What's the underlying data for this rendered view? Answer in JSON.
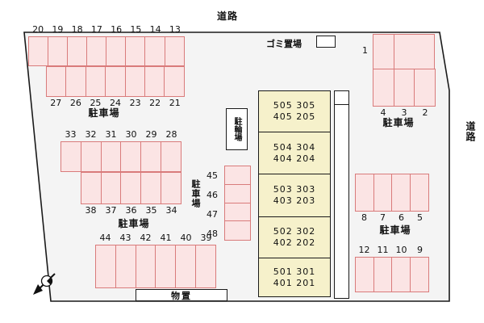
{
  "roads": {
    "top": "道路",
    "right": "道路"
  },
  "labels": {
    "garbage": "ゴミ置場",
    "parking": "駐車場",
    "bike": "駐輪場",
    "storage": "物置"
  },
  "stalls": {
    "rowA1": [
      "20",
      "19",
      "18",
      "17",
      "16",
      "15",
      "14",
      "13"
    ],
    "rowA2": [
      "27",
      "26",
      "25",
      "24",
      "23",
      "22",
      "21"
    ],
    "rowB1": [
      "33",
      "32",
      "31",
      "30",
      "29",
      "28"
    ],
    "rowB2": [
      "38",
      "37",
      "36",
      "35",
      "34"
    ],
    "rowC": [
      "44",
      "43",
      "42",
      "41",
      "40",
      "39"
    ],
    "rowTR": [
      "4",
      "3",
      "2"
    ],
    "rowR1": [
      "8",
      "7",
      "6",
      "5"
    ],
    "rowR2": [
      "12",
      "11",
      "10",
      "9"
    ],
    "colMid": [
      "45",
      "46",
      "47",
      "48"
    ],
    "single": "1"
  },
  "building": {
    "units": [
      {
        "top": "505 305",
        "bottom": "405 205"
      },
      {
        "top": "504 304",
        "bottom": "404 204"
      },
      {
        "top": "503 303",
        "bottom": "403 203"
      },
      {
        "top": "502 302",
        "bottom": "402 202"
      },
      {
        "top": "501 301",
        "bottom": "401 201"
      }
    ]
  },
  "colors": {
    "stall_fill": "#fbe4e4",
    "stall_border": "#d97b7b",
    "building_fill": "#f6f1cb",
    "site_fill": "#f4f4f4",
    "tree_green": "#2e9b2e"
  }
}
